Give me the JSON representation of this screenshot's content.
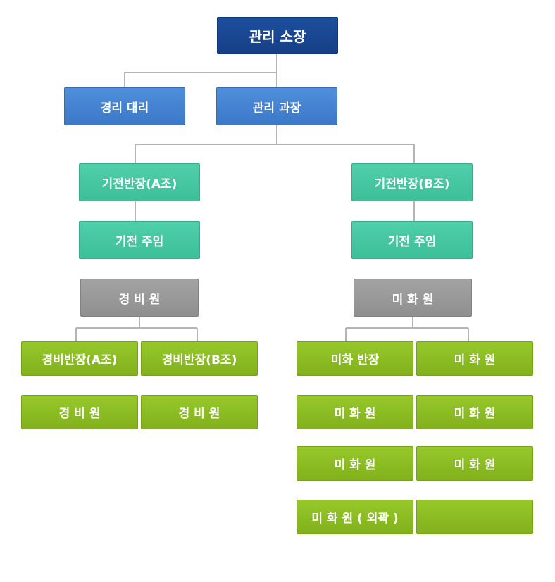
{
  "nodes": {
    "director": "관리 소장",
    "accounting_assistant": "경리 대리",
    "management_manager": "관리 과장",
    "elec_chief_a": "기전반장(A조)",
    "elec_chief_b": "기전반장(B조)",
    "elec_lead_a": "기전 주임",
    "elec_lead_b": "기전 주임",
    "guard_group": "경 비 원",
    "cleaning_group": "미 화 원",
    "guard_chief_a": "경비반장(A조)",
    "guard_chief_b": "경비반장(B조)",
    "guard_a": "경 비 원",
    "guard_b": "경 비 원",
    "cleaning_chief": "미화 반장",
    "cleaner_1": "미 화 원",
    "cleaner_2": "미 화 원",
    "cleaner_3": "미 화 원",
    "cleaner_4": "미 화 원",
    "cleaner_5": "미 화 원",
    "cleaner_outer": "미 화 원 ( 외곽 )",
    "empty_slot": ""
  },
  "colors": {
    "director": "#1a4791",
    "office": "#4585d2",
    "electrical": "#45c7a1",
    "group": "#999999",
    "staff": "#8cbd22",
    "connector": "#b5b5b5"
  }
}
